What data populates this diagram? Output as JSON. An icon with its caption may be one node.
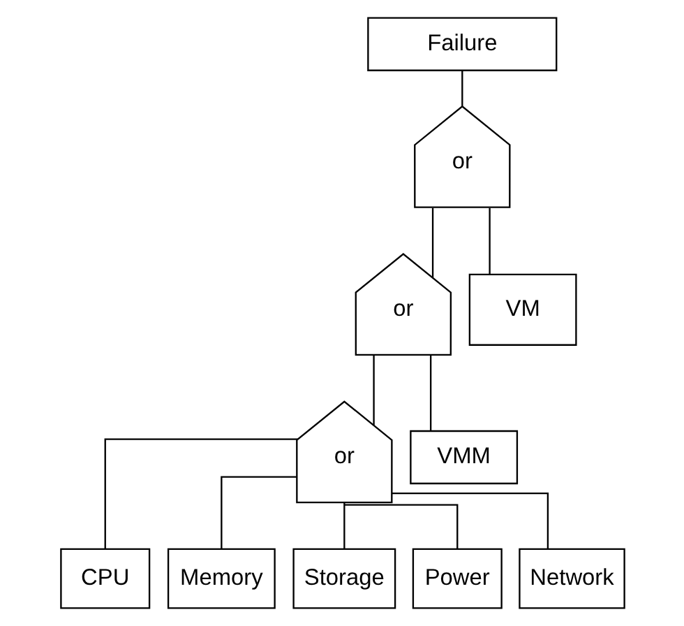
{
  "diagram": {
    "nodes": [
      {
        "text": [
          "Failure"
        ]
      },
      {
        "text": [
          "or"
        ]
      },
      {
        "text": [
          "or"
        ]
      },
      {
        "text": [
          "VM"
        ]
      },
      {
        "text": [
          "or"
        ]
      },
      {
        "text": [
          "VMM"
        ]
      },
      {
        "text": [
          "CPU"
        ]
      },
      {
        "text": [
          "Memory"
        ]
      },
      {
        "text": [
          "Storage"
        ]
      },
      {
        "text": [
          "Power"
        ]
      },
      {
        "text": [
          "Network"
        ]
      }
    ],
    "edges": [
      {
        "from": 0,
        "to": 1,
        "arrow": "none"
      },
      {
        "from": 1,
        "to": 2,
        "arrow": "none"
      },
      {
        "from": 1,
        "to": 3,
        "arrow": "none"
      },
      {
        "from": 2,
        "to": 4,
        "arrow": "none"
      },
      {
        "from": 2,
        "to": 5,
        "arrow": "none"
      },
      {
        "from": 4,
        "to": 6,
        "arrow": "none"
      },
      {
        "from": 4,
        "to": 7,
        "arrow": "none"
      },
      {
        "from": 4,
        "to": 8,
        "arrow": "none"
      },
      {
        "from": 4,
        "to": 9,
        "arrow": "none"
      },
      {
        "from": 4,
        "to": 10,
        "arrow": "none"
      }
    ]
  }
}
